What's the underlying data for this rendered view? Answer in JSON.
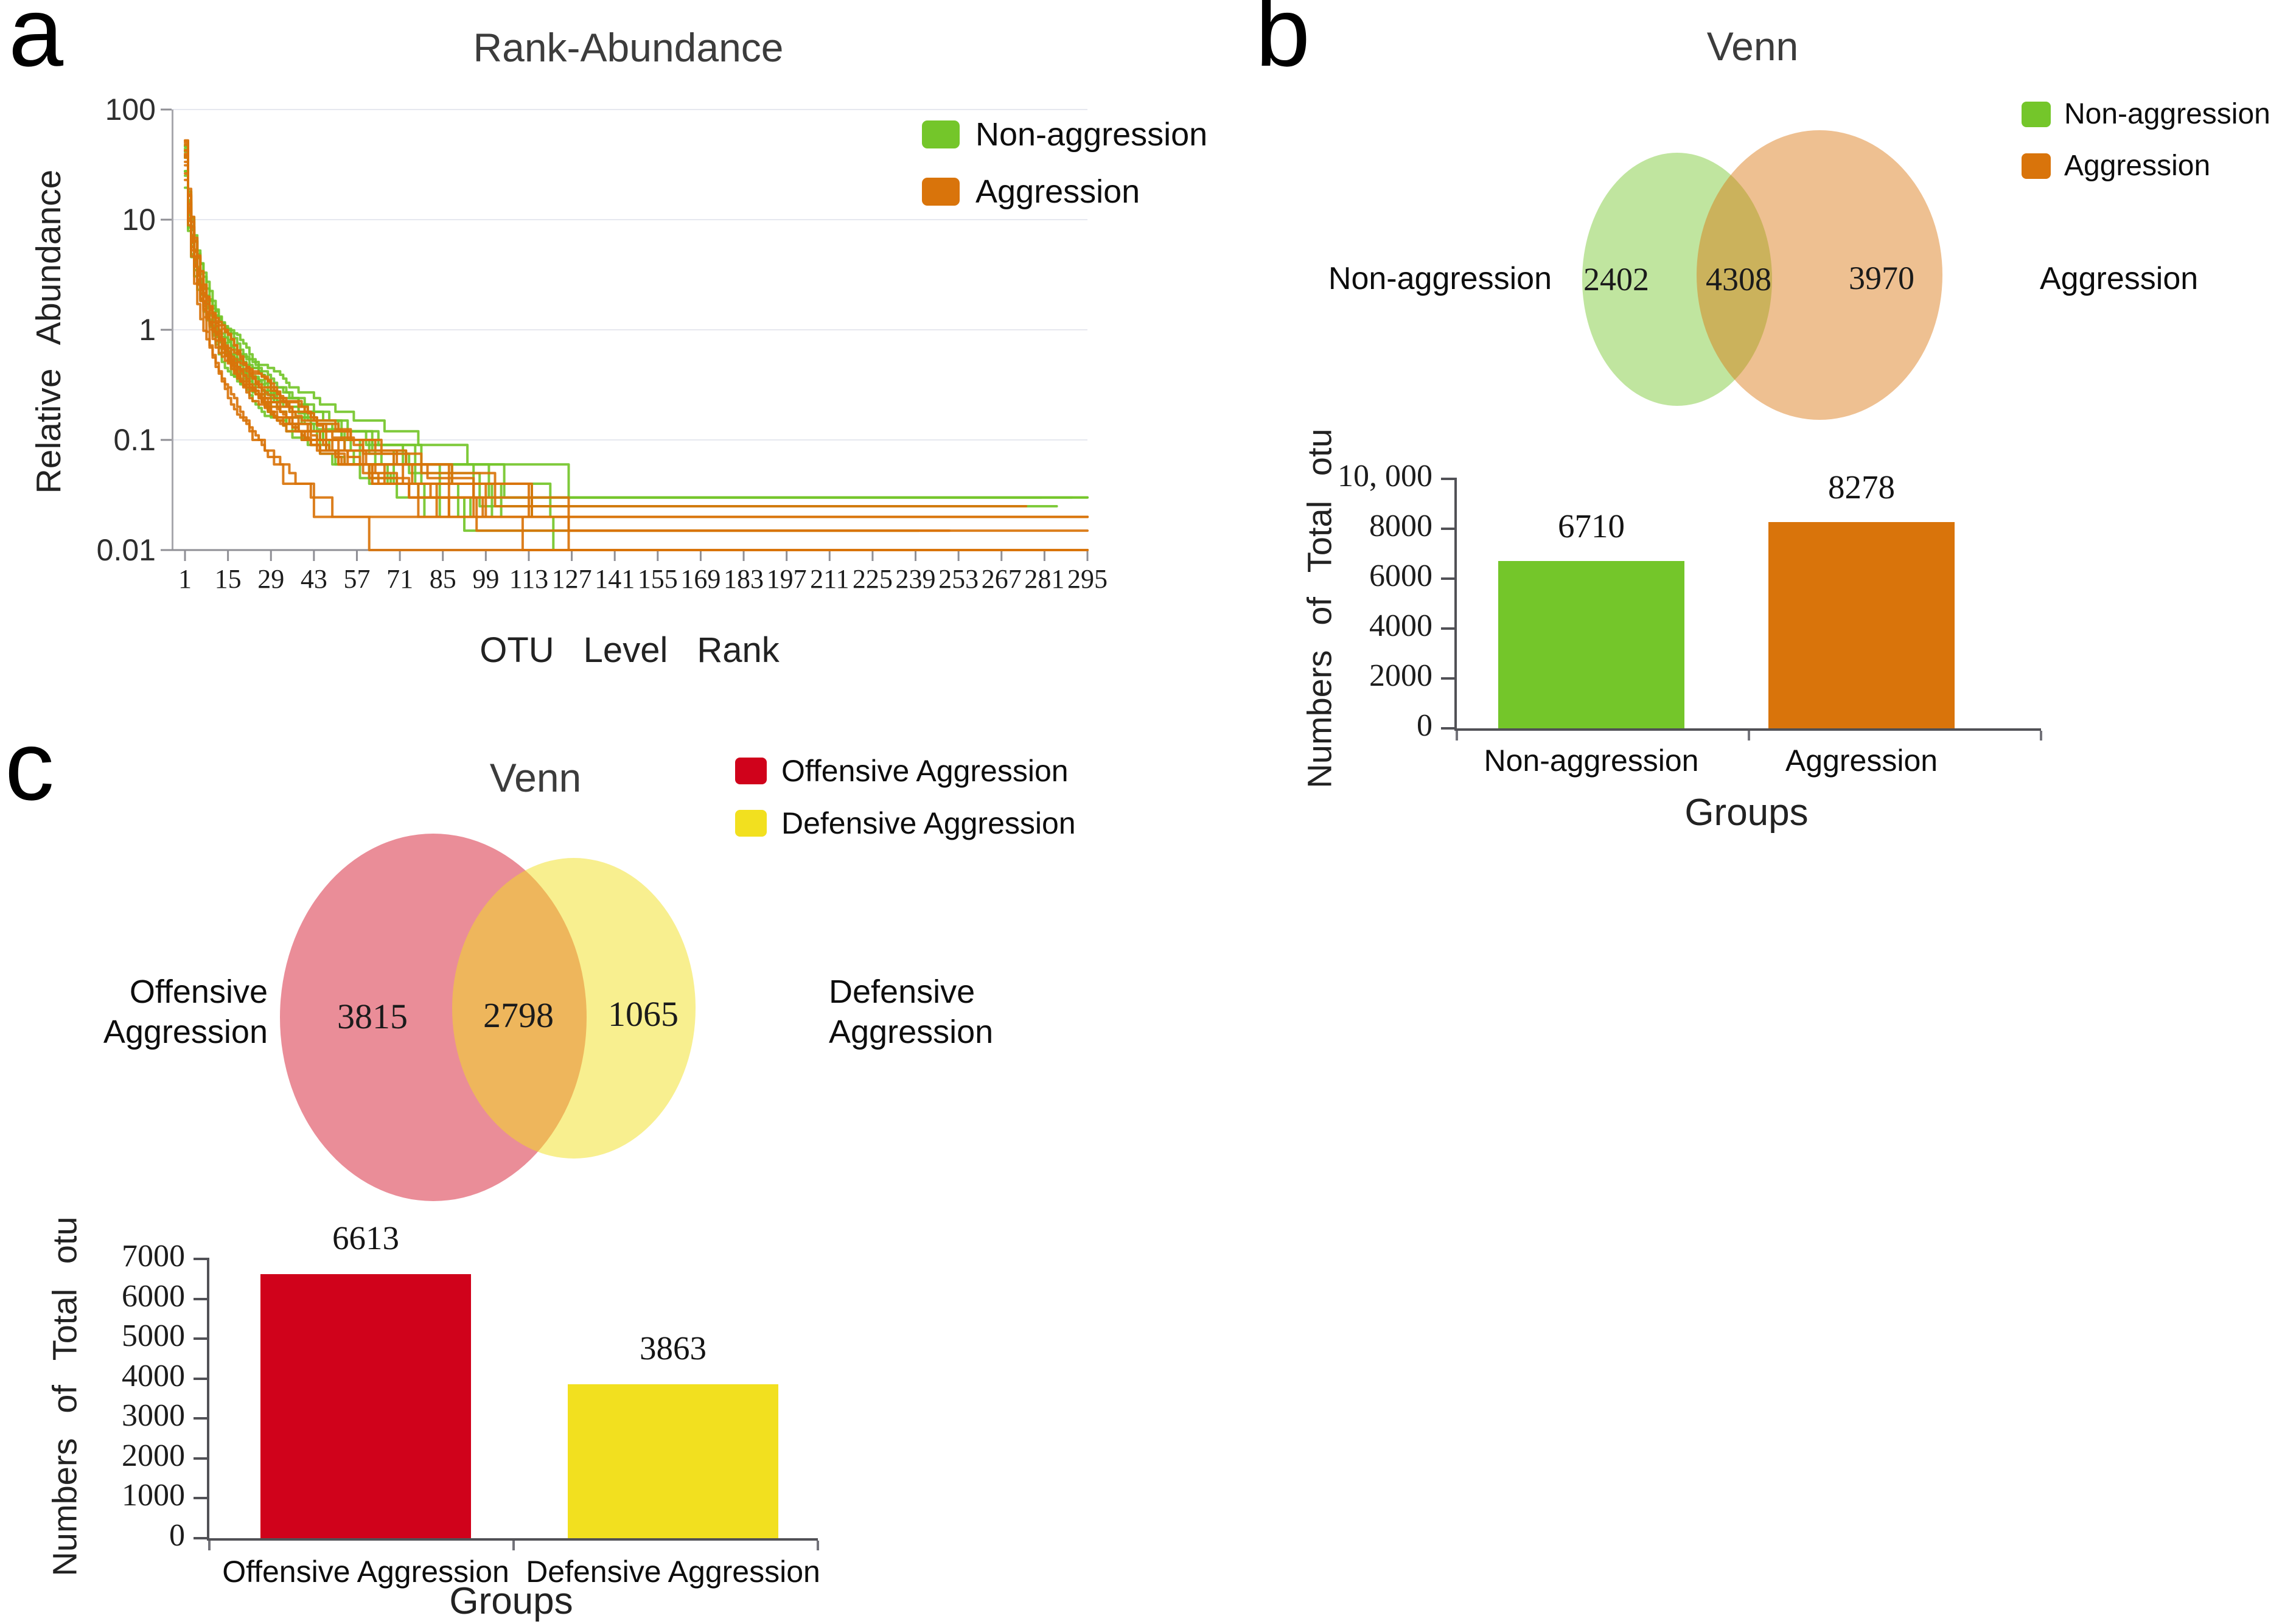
{
  "panels": [
    {
      "letter": "a"
    },
    {
      "letter": "b"
    },
    {
      "letter": "c"
    }
  ],
  "chart_data": [
    {
      "id": "rank_abundance",
      "type": "line",
      "title": "Rank-Abundance",
      "xlabel": "OTU Level Rank",
      "ylabel": "Relative Abundance",
      "x_ticks": [
        1,
        15,
        29,
        43,
        57,
        71,
        85,
        99,
        113,
        127,
        141,
        155,
        169,
        183,
        197,
        211,
        225,
        239,
        253,
        267,
        281,
        295
      ],
      "y_ticks": [
        "100",
        "10",
        "1",
        "0.1",
        "0.01"
      ],
      "y_scale": "log",
      "ylim": [
        0.01,
        100
      ],
      "xlim": [
        1,
        295
      ],
      "grid": "horizontal",
      "legend": [
        {
          "label": "Non-aggression",
          "color": "#74C62A"
        },
        {
          "label": "Aggression",
          "color": "#D9740B"
        }
      ],
      "lines_note": "Per-sample staircase decay curves, read from plot: [group_index, abundance_at_rank1_pct, rank_reaching_floor, last_rank, floor_abundance_pct]",
      "lines": [
        [
          0,
          45,
          150,
          290,
          0.03
        ],
        [
          0,
          38,
          170,
          295,
          0.03
        ],
        [
          0,
          30,
          185,
          295,
          0.02
        ],
        [
          0,
          50,
          160,
          280,
          0.03
        ],
        [
          0,
          25,
          200,
          270,
          0.02
        ],
        [
          0,
          35,
          140,
          250,
          0.02
        ],
        [
          0,
          42,
          210,
          295,
          0.03
        ],
        [
          0,
          28,
          165,
          230,
          0.02
        ],
        [
          0,
          33,
          190,
          295,
          0.01
        ],
        [
          0,
          47,
          130,
          200,
          0.02
        ],
        [
          0,
          22,
          175,
          260,
          0.02
        ],
        [
          0,
          36,
          155,
          285,
          0.025
        ],
        [
          0,
          40,
          120,
          180,
          0.02
        ],
        [
          0,
          27,
          145,
          240,
          0.015
        ],
        [
          1,
          52,
          60,
          295,
          0.02
        ],
        [
          1,
          48,
          170,
          295,
          0.01
        ],
        [
          1,
          40,
          150,
          285,
          0.02
        ],
        [
          1,
          35,
          185,
          295,
          0.02
        ],
        [
          1,
          44,
          165,
          275,
          0.025
        ],
        [
          1,
          30,
          140,
          260,
          0.02
        ],
        [
          1,
          38,
          200,
          295,
          0.015
        ],
        [
          1,
          26,
          160,
          240,
          0.02
        ],
        [
          1,
          50,
          180,
          295,
          0.02
        ],
        [
          1,
          33,
          130,
          220,
          0.02
        ],
        [
          1,
          42,
          195,
          290,
          0.01
        ],
        [
          1,
          29,
          150,
          250,
          0.015
        ],
        [
          1,
          46,
          120,
          210,
          0.02
        ],
        [
          1,
          36,
          90,
          295,
          0.01
        ]
      ]
    },
    {
      "id": "venn_b",
      "type": "venn",
      "title": "Venn",
      "legend": [
        {
          "label": "Non-aggression",
          "color": "#74C62A"
        },
        {
          "label": "Aggression",
          "color": "#D9740B"
        }
      ],
      "left_label": "Non-aggression",
      "right_label": "Aggression",
      "left_only": 2402,
      "overlap": 4308,
      "right_only": 3970
    },
    {
      "id": "bar_b",
      "type": "bar",
      "xlabel": "Groups",
      "ylabel": "Numbers of Total otu",
      "categories": [
        "Non-aggression",
        "Aggression"
      ],
      "values": [
        6710,
        8278
      ],
      "value_labels": [
        "6710",
        "8278"
      ],
      "colors": [
        "#74C62A",
        "#D9740B"
      ],
      "y_ticks": [
        "10, 000",
        "8000",
        "6000",
        "4000",
        "2000",
        "0"
      ],
      "ylim": [
        0,
        10000
      ]
    },
    {
      "id": "venn_c",
      "type": "venn",
      "title": "Venn",
      "legend": [
        {
          "label": "Offensive Aggression",
          "color": "#D0021B"
        },
        {
          "label": "Defensive Aggression",
          "color": "#F2E01F"
        }
      ],
      "left_label_line1": "Offensive",
      "left_label_line2": "Aggression",
      "right_label_line1": "Defensive",
      "right_label_line2": "Aggression",
      "left_only": 3815,
      "overlap": 2798,
      "right_only": 1065
    },
    {
      "id": "bar_c",
      "type": "bar",
      "xlabel": "Groups",
      "ylabel": "Numbers of Total otu",
      "categories": [
        "Offensive Aggression",
        "Defensive Aggression"
      ],
      "values": [
        6613,
        3863
      ],
      "value_labels": [
        "6613",
        "3863"
      ],
      "colors": [
        "#D0021B",
        "#F2E01F"
      ],
      "y_ticks": [
        "7000",
        "6000",
        "5000",
        "4000",
        "3000",
        "2000",
        "1000",
        "0"
      ],
      "ylim": [
        0,
        7000
      ]
    }
  ]
}
